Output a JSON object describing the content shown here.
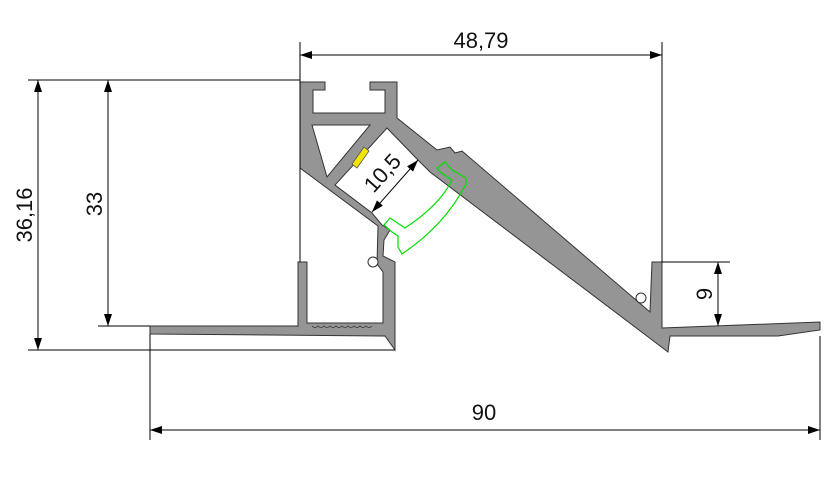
{
  "dimensions": {
    "top_width": "48,79",
    "total_height": "36,16",
    "inner_height": "33",
    "channel_width": "10,5",
    "lip_height": "9",
    "total_width": "90"
  },
  "colors": {
    "profile": "#959595",
    "led_strip": "#f2e600",
    "diffuser": "#00e000"
  }
}
